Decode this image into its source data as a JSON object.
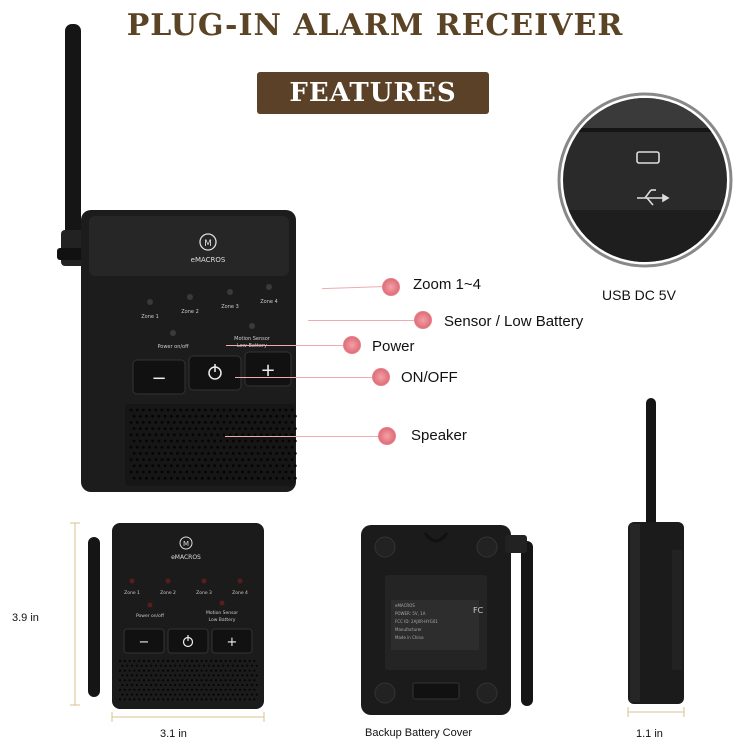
{
  "header": {
    "title": "PLUG-IN ALARM RECEIVER",
    "badge": "FEATURES"
  },
  "device": {
    "brand": "eMACROS",
    "zone_labels": [
      "Zone 1",
      "Zone 2",
      "Zone 3",
      "Zone 4"
    ],
    "power_on_off_label": "Power on/off",
    "motion_sensor_label": "Motion  Sensor",
    "low_battery_label": "Low  Battery",
    "minus_symbol": "−",
    "plus_symbol": "+"
  },
  "callouts": {
    "zoom": "Zoom 1~4",
    "sensor_low_battery": "Sensor / Low Battery",
    "power": "Power",
    "on_off": "ON/OFF",
    "speaker": "Speaker",
    "usb": "USB DC 5V"
  },
  "dimensions": {
    "height": "3.9 in",
    "width": "3.1 in",
    "depth": "1.1 in"
  },
  "captions": {
    "back_view": "Backup Battery Cover"
  },
  "colors": {
    "title_brown": "#5b4326",
    "badge_brown": "#5a4127",
    "callout_pink": "#e0707c",
    "device_black": "#1b1b1b"
  }
}
